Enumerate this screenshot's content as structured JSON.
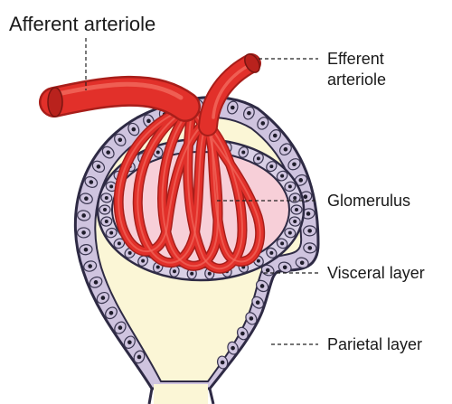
{
  "diagram": {
    "labels": {
      "afferent": "Afferent arteriole",
      "efferent_line1": "Efferent",
      "efferent_line2": "arteriole",
      "glomerulus": "Glomerulus",
      "visceral": "Visceral layer",
      "parietal": "Parietal layer"
    },
    "colors": {
      "vessel": "#e2302a",
      "vessel_dark": "#a81e1a",
      "vessel_highlight": "#f26a5e",
      "capsule_space": "#fbf6d6",
      "glomerulus_bg": "#f7cfd8",
      "cell": "#cfc4df",
      "nucleus": "#1f1d2b"
    }
  }
}
